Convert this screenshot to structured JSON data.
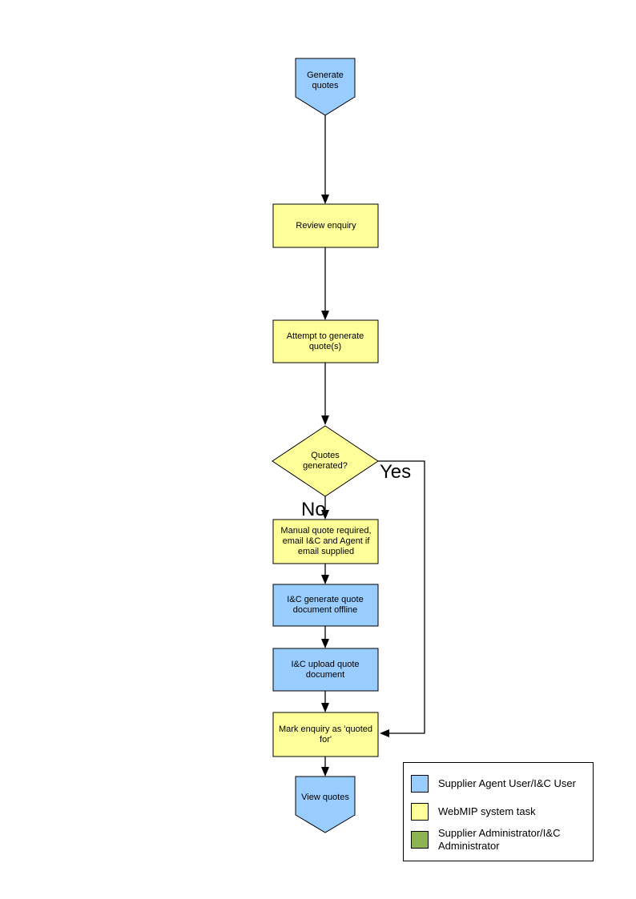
{
  "colors": {
    "user_task": "#99CCFF",
    "system_task": "#FFFF99",
    "admin_task": "#8CB452",
    "line": "#000000",
    "background": "#FFFFFF"
  },
  "flowchart": {
    "nodes": {
      "start": {
        "label": "Generate quotes"
      },
      "review_enquiry": {
        "label": "Review enquiry"
      },
      "attempt_generate": {
        "label": "Attempt to generate quote(s)"
      },
      "quotes_generated": {
        "label": "Quotes generated?"
      },
      "manual_quote": {
        "label": "Manual quote required, email I&C and Agent if email supplied"
      },
      "generate_offline": {
        "label": "I&C generate quote document offline"
      },
      "upload_document": {
        "label": "I&C upload quote document"
      },
      "mark_quoted": {
        "label": "Mark enquiry as 'quoted for'"
      },
      "end": {
        "label": "View quotes"
      }
    },
    "branch_labels": {
      "yes": "Yes",
      "no": "No"
    }
  },
  "legend": {
    "items": [
      {
        "label": "Supplier Agent User/I&C User",
        "color": "#99CCFF"
      },
      {
        "label": "WebMIP system task",
        "color": "#FFFF99"
      },
      {
        "label": "Supplier Administrator/I&C Administrator",
        "color": "#8CB452"
      }
    ]
  }
}
